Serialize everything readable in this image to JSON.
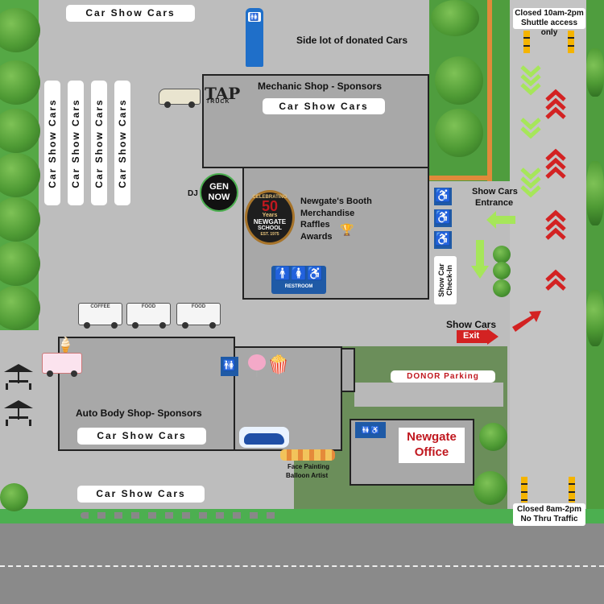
{
  "colors": {
    "grass": "#4caf50",
    "lot": "#bdbdbd",
    "road": "#8a8a8a",
    "building": "#a8a8a8",
    "entry_arrow": "#a6e65a",
    "exit_arrow": "#d32222",
    "accessible_blue": "#1f5aa6",
    "newgate_red": "#c0181f"
  },
  "labels": {
    "car_show_top": "Car Show Cars",
    "car_show_mech": "Car Show Cars",
    "car_show_auto": "Car Show Cars",
    "car_show_bottom": "Car Show Cars",
    "car_show_vertical": [
      "Car Show Cars",
      "Car Show Cars",
      "Car Show Cars",
      "Car Show Cars"
    ],
    "side_lot": "Side lot of donated Cars",
    "mechanic_shop": "Mechanic Shop - Sponsors",
    "auto_body_shop": "Auto Body Shop- Sponsors",
    "tap_logo": "TAP",
    "tap_sub": "TRUCK",
    "dj": "DJ",
    "gen_now_1": "GEN",
    "gen_now_2": "NOW",
    "badge_celebrating": "CELEBRATING",
    "badge_number": "50",
    "badge_years": "Years",
    "badge_name": "NEWGATE",
    "badge_school": "SCHOOL",
    "badge_est": "EST. 1975",
    "booth_lines": [
      "Newgate's Booth",
      "Merchandise",
      "Raffles",
      "Awards"
    ],
    "restroom": "RESTROOM",
    "show_cars_entrance_1": "Show Cars",
    "show_cars_entrance_2": "Entrance",
    "check_in_1": "Show Car",
    "check_in_2": "Check-In",
    "show_cars_exit": "Show Cars",
    "exit": "Exit",
    "donor_parking": "DONOR Parking",
    "newgate_office_1": "Newgate",
    "newgate_office_2": "Office",
    "face_painting_1": "Face Painting",
    "face_painting_2": "Balloon Artist",
    "closed_top_1": "Closed 10am-2pm",
    "closed_top_2": "Shuttle access only",
    "closed_bottom_1": "Closed 8am-2pm",
    "closed_bottom_2": "No Thru Traffic",
    "coffee": "COFFEE",
    "food_1": "FOOD",
    "food_2": "FOOD"
  },
  "icons": {
    "restroom_figures": "🚹🚺♿",
    "accessible": "♿",
    "trophy": "🏆",
    "popcorn": "🍿",
    "ice_cream": "🍦",
    "cotton_candy": "🍭"
  }
}
